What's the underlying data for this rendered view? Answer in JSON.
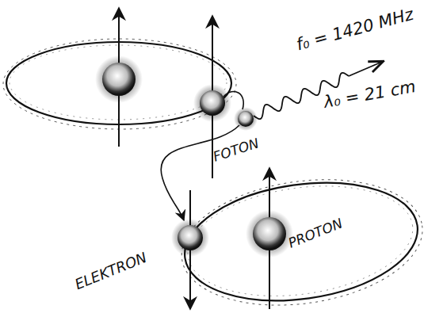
{
  "diagram": {
    "labels": [
      "FOTON",
      "f₀ = 1420 MHz",
      "λ₀ = 21 cm",
      "ELEKTRON",
      "PROTON"
    ]
  }
}
